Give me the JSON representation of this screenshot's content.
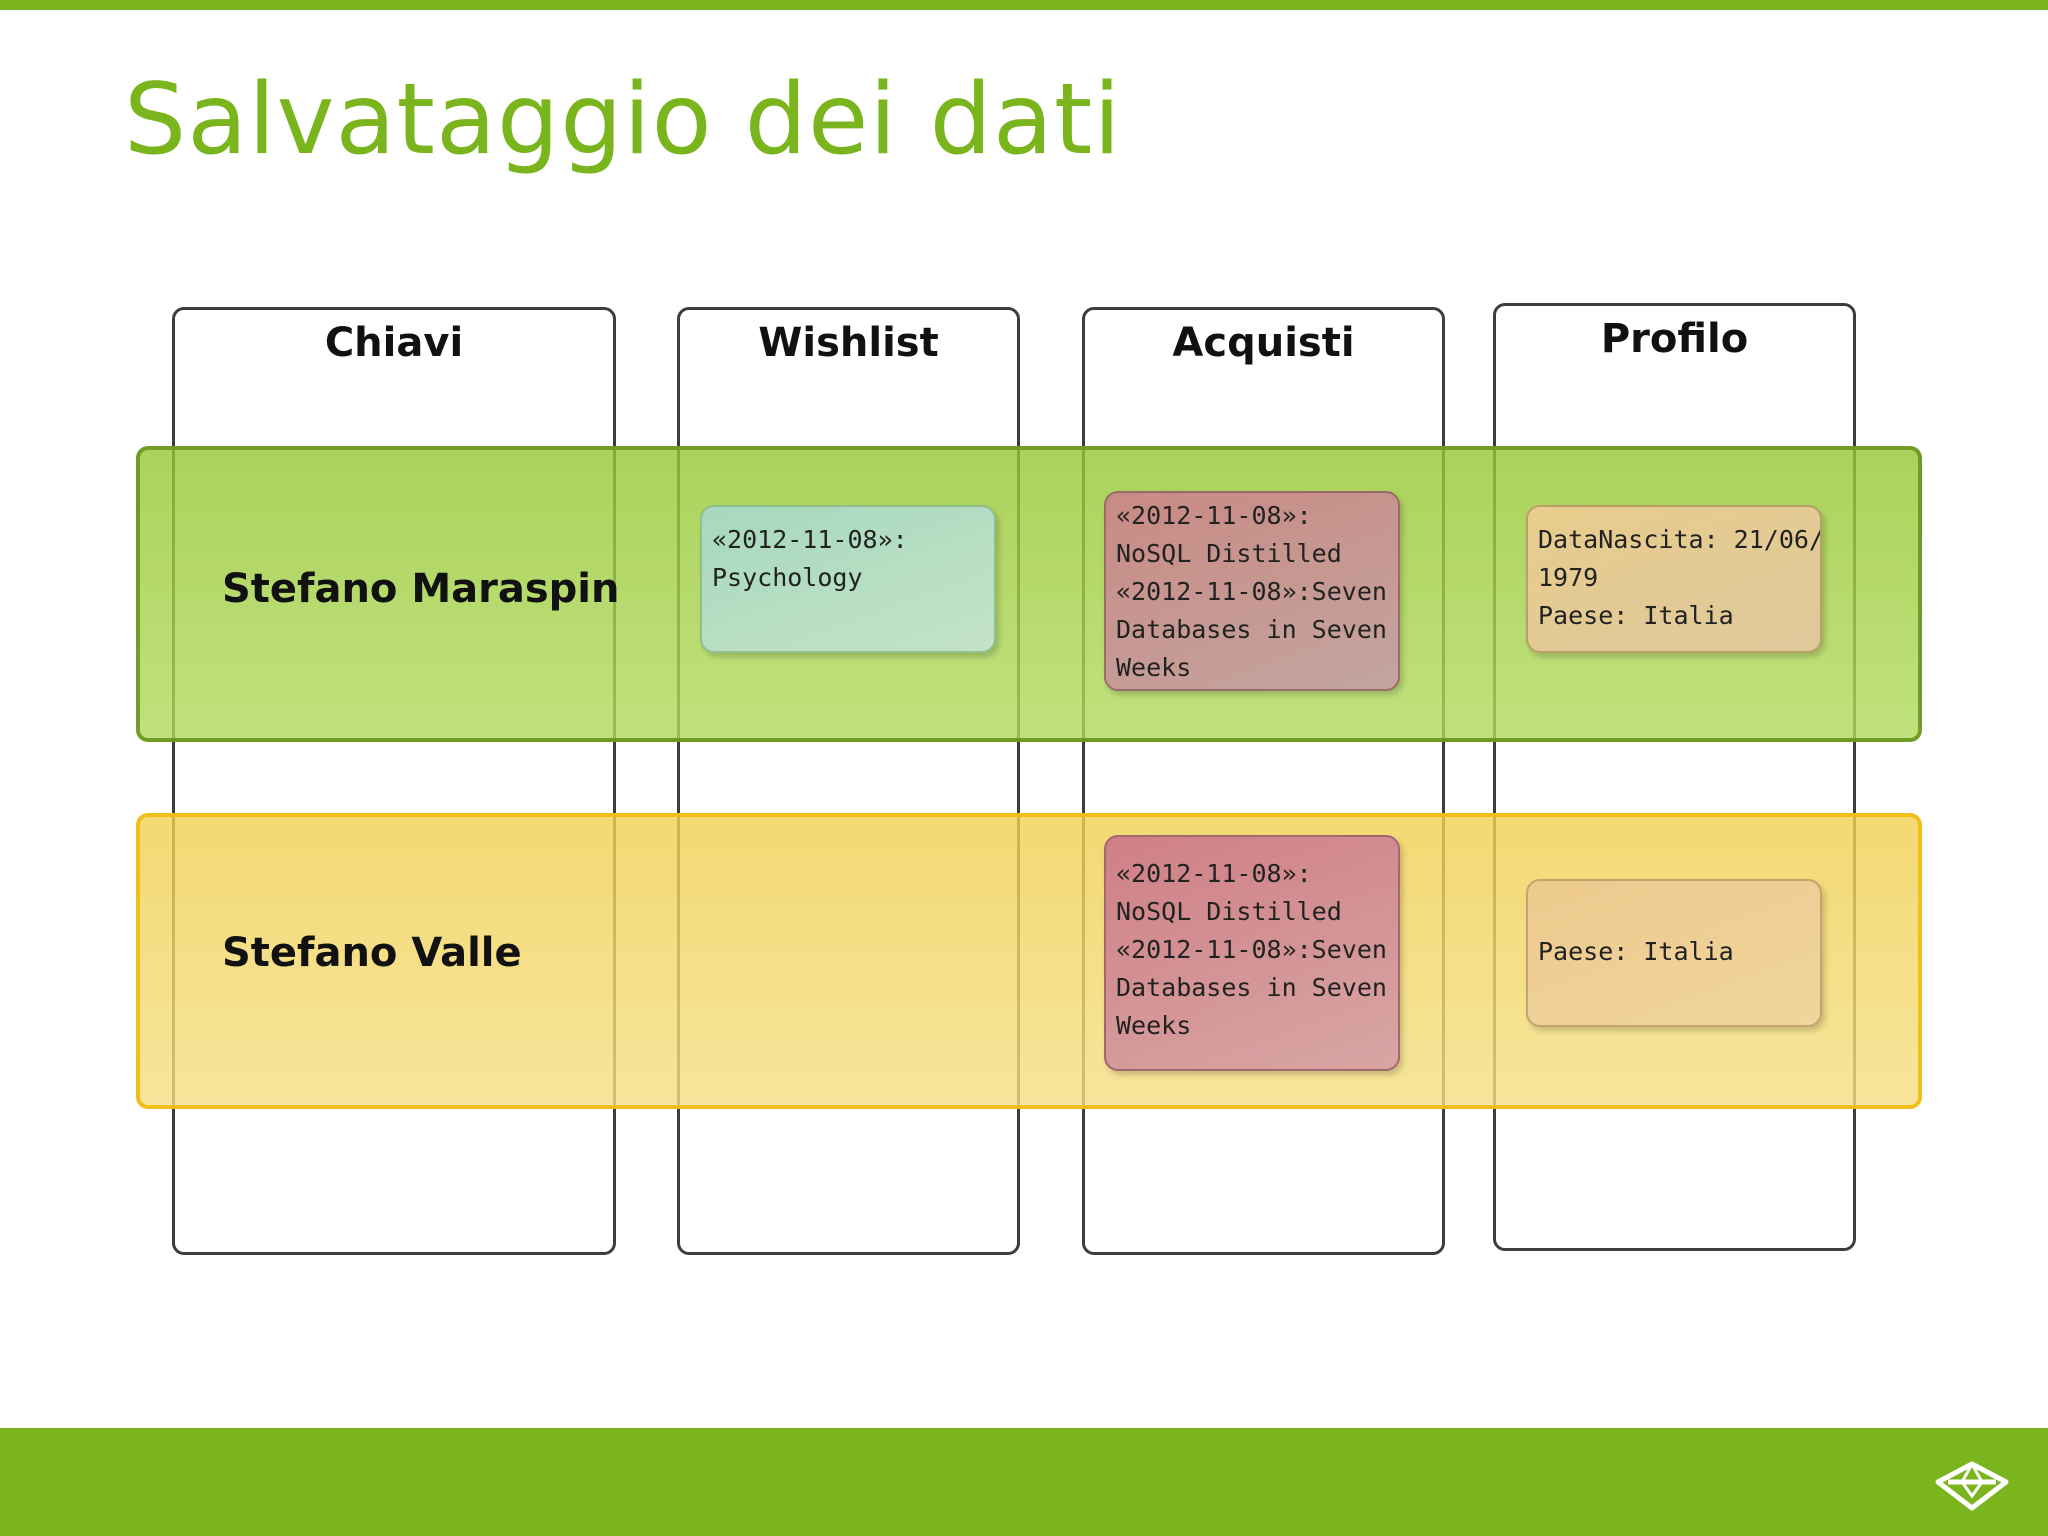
{
  "slide": {
    "title": "Salvataggio dei dati",
    "colors": {
      "accent": "#7ab51d",
      "row_green": "#a8d25a",
      "row_yellow": "#f2d66e",
      "wishlist_cell": "#b4dcc2",
      "acquisti_cell": "#c9928c",
      "profilo_cell": "#e4ca94"
    },
    "logo_icon": "diamond-logo-icon"
  },
  "columns": [
    {
      "header": "Chiavi"
    },
    {
      "header": "Wishlist"
    },
    {
      "header": "Acquisti"
    },
    {
      "header": "Profilo"
    }
  ],
  "rows": [
    {
      "key": "Stefano Maraspin",
      "wishlist": [
        "«2012-11-08»:",
        "Psychology"
      ],
      "acquisti": [
        "«2012-11-08»:",
        "NoSQL Distilled",
        "«2012-11-08»:Seven",
        "Databases in Seven",
        "Weeks"
      ],
      "profilo": [
        "DataNascita: 21/06/",
        "1979",
        "Paese: Italia"
      ]
    },
    {
      "key": "Stefano Valle",
      "acquisti": [
        "«2012-11-08»:",
        "NoSQL Distilled",
        "«2012-11-08»:Seven",
        "Databases in Seven",
        "Weeks"
      ],
      "profilo": [
        "Paese: Italia"
      ]
    }
  ]
}
